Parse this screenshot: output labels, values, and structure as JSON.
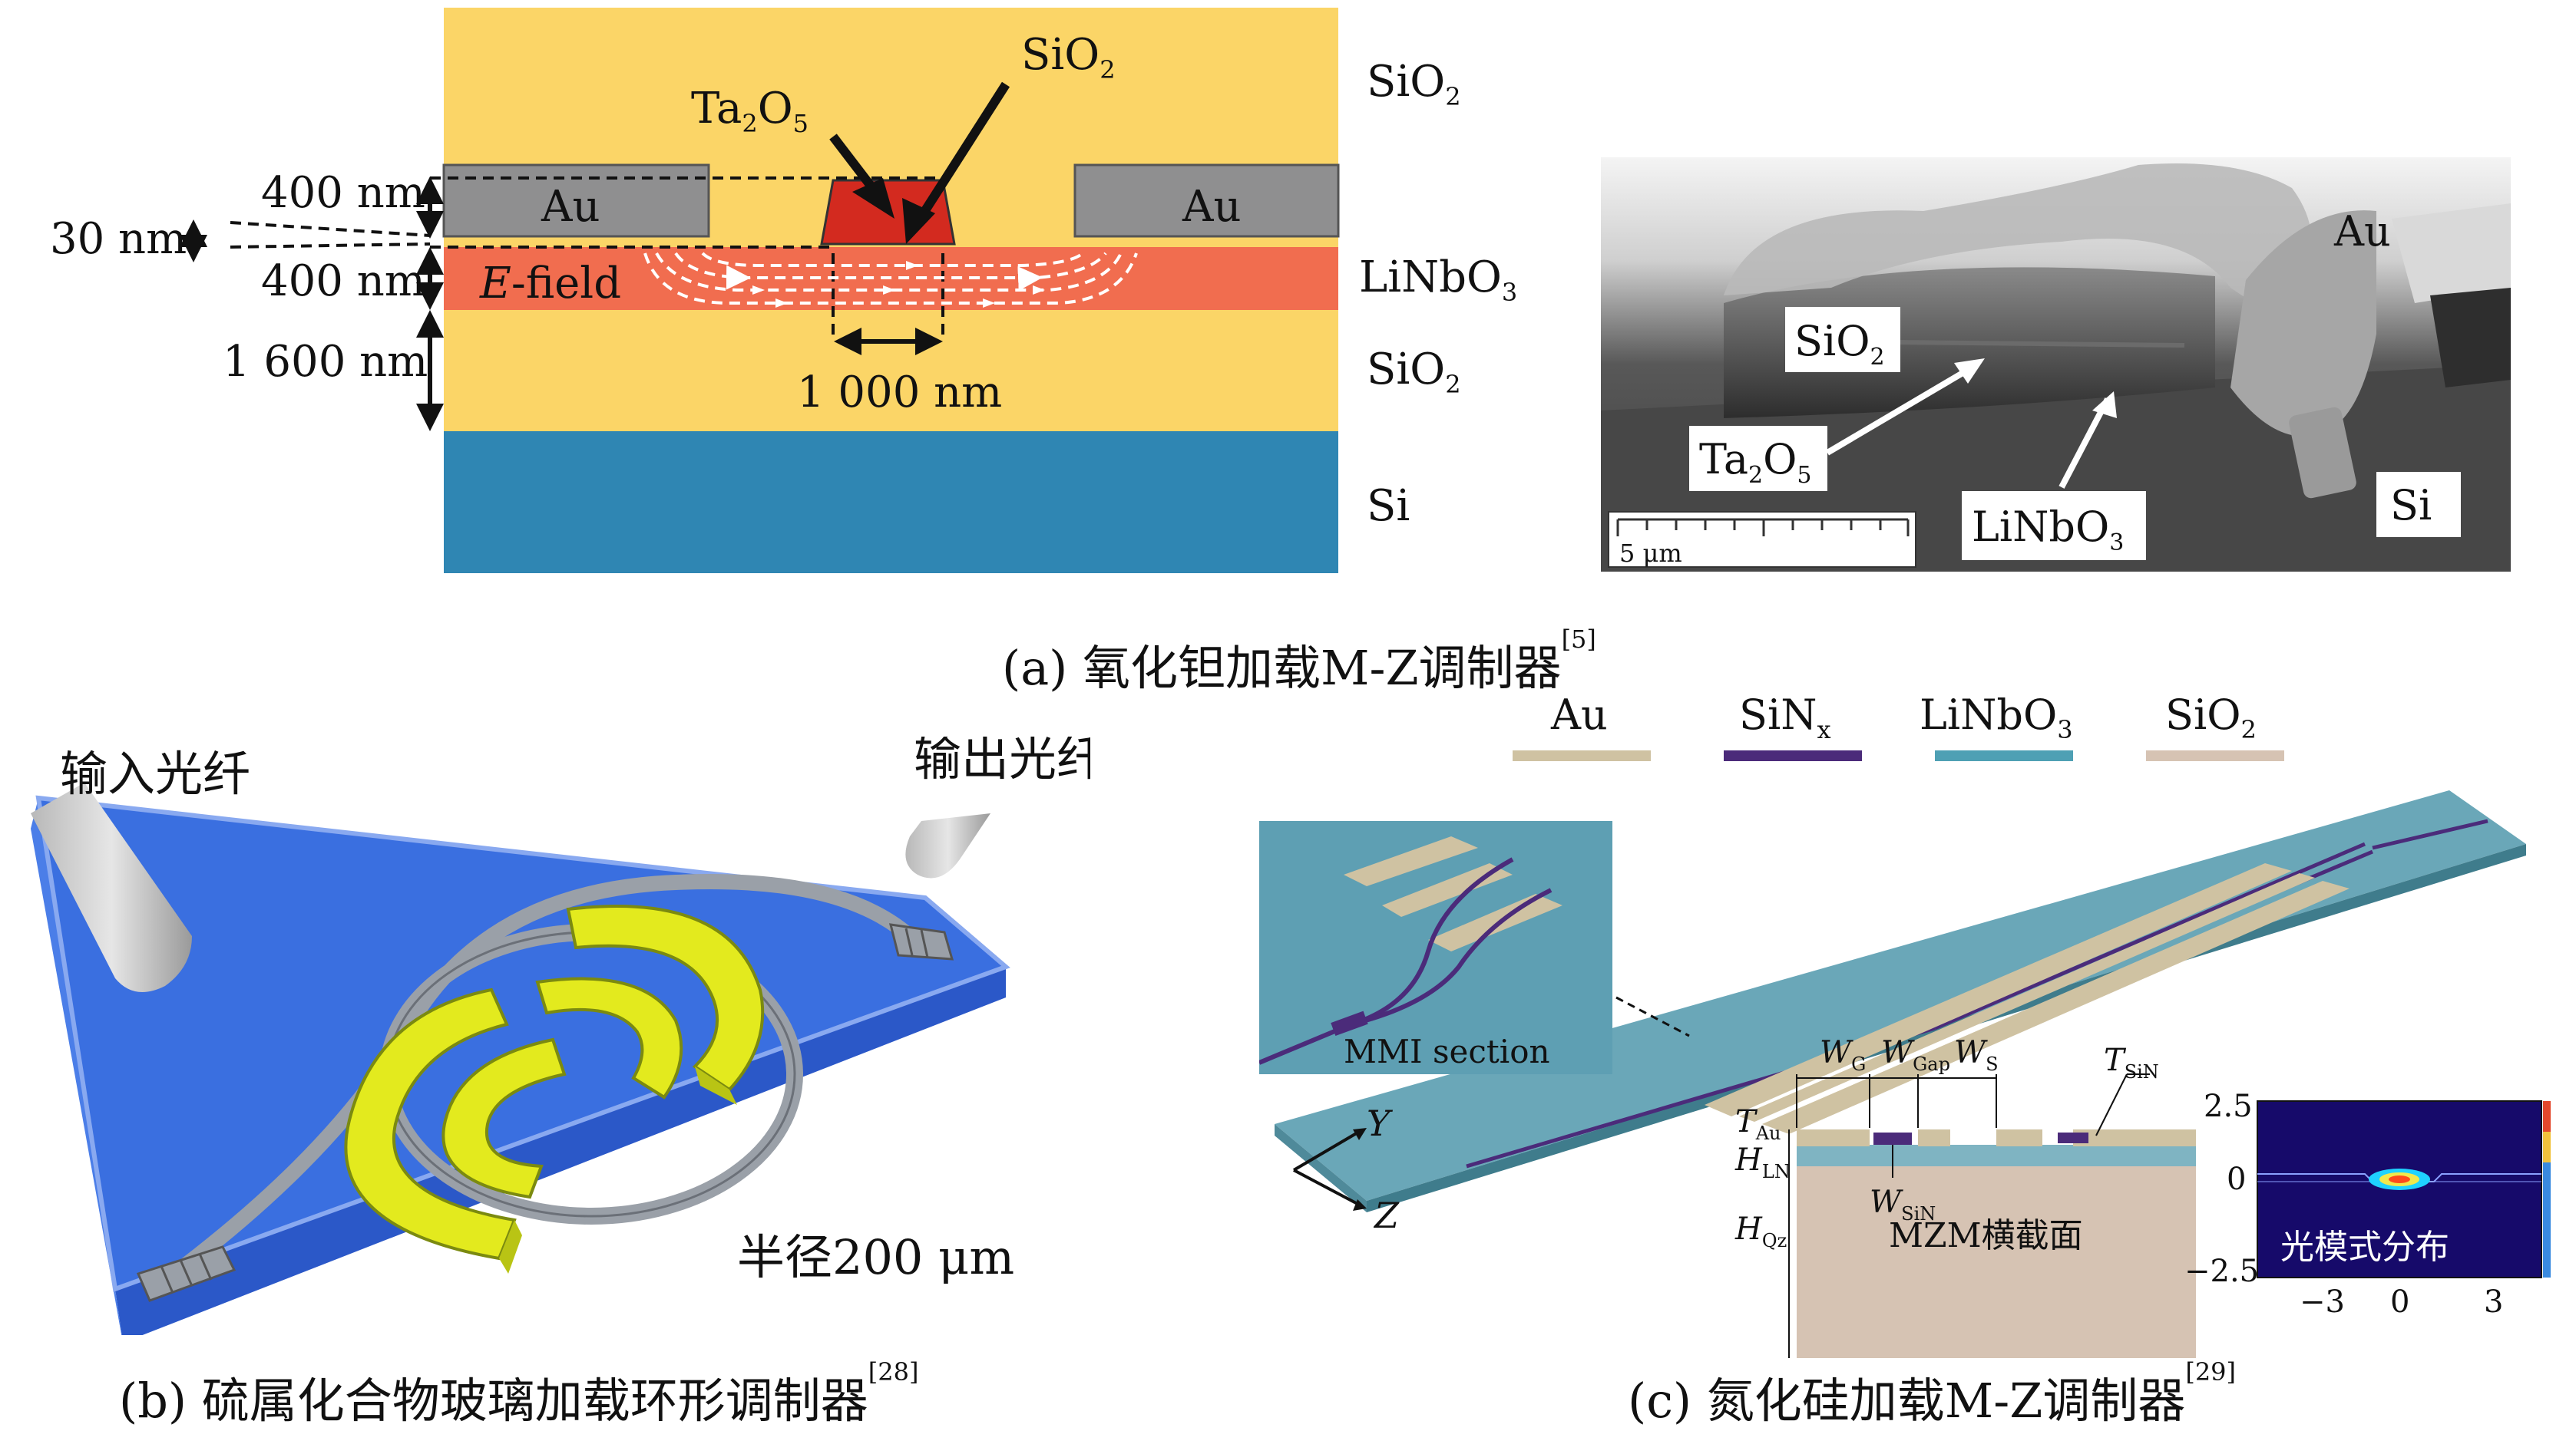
{
  "panel_a": {
    "labels": {
      "sio2_top": "SiO",
      "sio2_arrow": "SiO",
      "ta2o5": "Ta",
      "au_left": "Au",
      "au_right": "Au",
      "efield_italic": "E",
      "efield_rest": "-field",
      "linbo3": "LiNbO",
      "sio2_mid": "SiO",
      "si": "Si"
    },
    "dimensions": {
      "d400_top": "400 nm",
      "d30": "30 nm",
      "d400_bottom": "400 nm",
      "d1600": "1 600 nm",
      "d1000": "1 000 nm"
    },
    "sem_labels": {
      "au": "Au",
      "sio2": "SiO",
      "ta2o5": "Ta",
      "linbo3": "LiNbO",
      "si": "Si",
      "scale": "5 μm"
    },
    "caption": {
      "text": "(a) 氧化钽加载M-Z调制器",
      "ref": "[5]"
    },
    "colors": {
      "sio2": "#fbd567",
      "au": "#8f8f90",
      "ta2o5": "#d32a1f",
      "linbo3": "#f16d4f",
      "si": "#2f86b3"
    }
  },
  "panel_b": {
    "input_fiber": "输入光纤",
    "output_fiber": "输出光纤",
    "radius": "半径200 μm",
    "caption": {
      "text": "(b) 硫属化合物玻璃加载环形调制器",
      "ref": "[28]"
    },
    "colors": {
      "substrate": "#3a6fe0",
      "electrode": "#e3ea1e",
      "waveguide": "#9aa0a8"
    }
  },
  "panel_c": {
    "legend": [
      {
        "label": "Au",
        "color": "#cfc2a2"
      },
      {
        "label": "SiN",
        "sub": "x",
        "color": "#4b2b7a"
      },
      {
        "label": "LiNbO",
        "sub": "3",
        "color": "#4ea0b4"
      },
      {
        "label": "SiO",
        "sub": "2",
        "color": "#d6c3b3"
      }
    ],
    "mmi_label": "MMI section",
    "axes": {
      "y": "Y",
      "z": "Z"
    },
    "dims": {
      "wg": "W",
      "wg_sub": "G",
      "wgap": "W",
      "wgap_sub": "Gap",
      "ws": "W",
      "ws_sub": "S",
      "tau": "T",
      "tau_sub": "Au",
      "hln": "H",
      "hln_sub": "LN",
      "hqz": "H",
      "hqz_sub": "Qz",
      "wsin": "W",
      "wsin_sub": "SiN",
      "tsin": "T",
      "tsin_sub": "SiN"
    },
    "cross_section": "MZM横截面",
    "mode_label": "光模式分布",
    "mode_y_ticks": [
      "2.5",
      "0",
      "−2.5"
    ],
    "mode_x_ticks": [
      "−3",
      "0",
      "3"
    ],
    "caption": {
      "text": "(c) 氮化硅加载M-Z调制器",
      "ref": "[29]"
    }
  }
}
